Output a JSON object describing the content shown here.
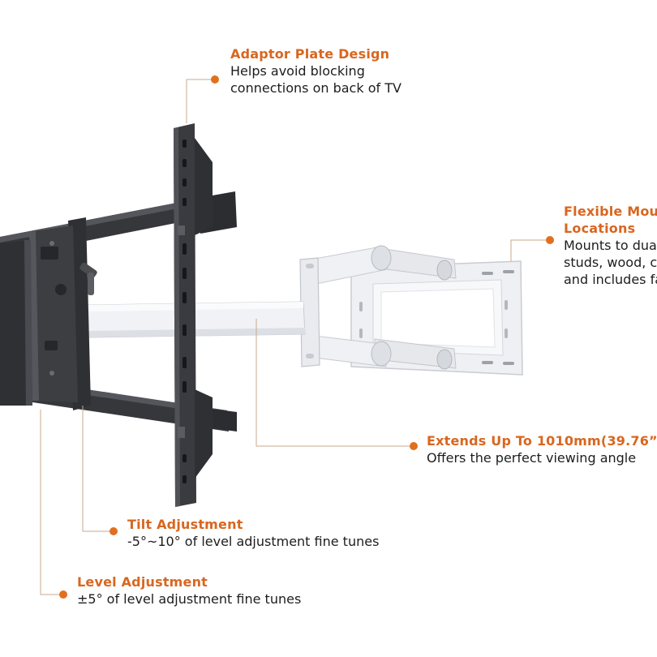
{
  "callouts": {
    "adaptor": {
      "title": "Adaptor Plate Design",
      "desc": [
        "Helps avoid blocking",
        "connections on back of TV"
      ]
    },
    "flexible": {
      "title": [
        "Flexible Moun",
        "Locations"
      ],
      "desc": [
        "Mounts to dua",
        "studs, wood, c",
        "and includes fa"
      ]
    },
    "extends": {
      "title": "Extends Up To 1010mm(39.76”)",
      "desc": [
        "Offers the perfect viewing angle"
      ]
    },
    "tilt": {
      "title": "Tilt Adjustment",
      "desc": [
        "-5°~10° of level adjustment fine tunes"
      ]
    },
    "level": {
      "title": "Level Adjustment",
      "desc": [
        "±5° of level adjustment fine tunes"
      ]
    }
  },
  "colors": {
    "accent": "#e0701f",
    "title": "#d9661f",
    "text": "#1d1d1d",
    "leader": "#c9a88d",
    "dark_metal": "#3c3d41",
    "light_metal": "#eceef2"
  },
  "image": {
    "subject": "tv-wall-mount"
  }
}
